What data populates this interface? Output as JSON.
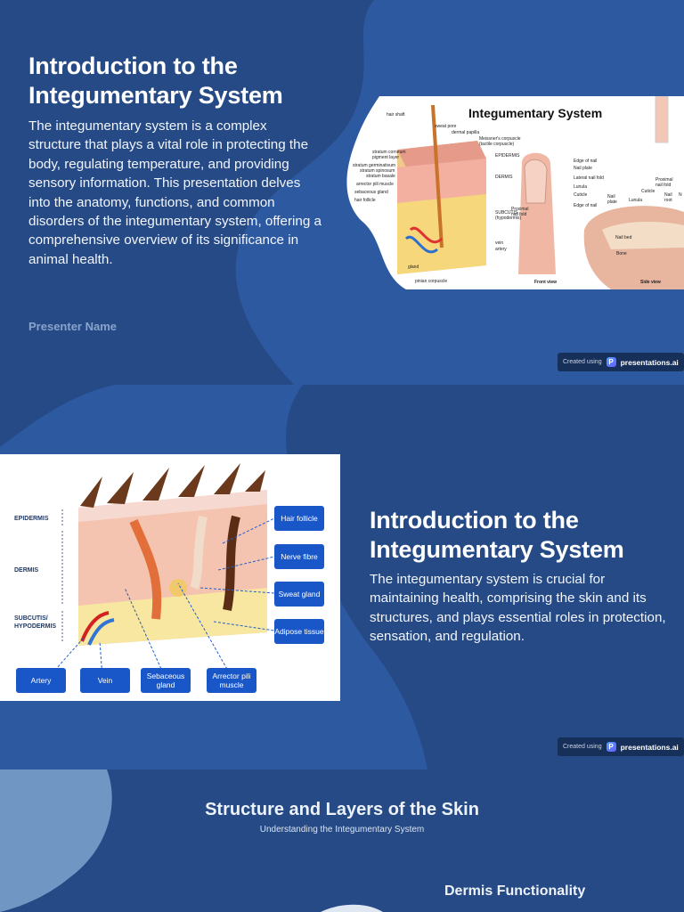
{
  "slide1": {
    "title": "Introduction to the Integumentary System",
    "body": "The integumentary system is a complex structure that plays a vital role in protecting the body, regulating temperature, and providing sensory information. This presentation delves into the anatomy, functions, and common disorders of the integumentary system, offering a comprehensive overview of its significance in animal health.",
    "presenter": "Presenter Name",
    "image": {
      "heading": "Integumentary System",
      "labels_left": [
        "hair shaft",
        "sweat pore",
        "dermal papilla",
        "Meissner's corpuscle (tactile corpuscle)",
        "stratum corneum",
        "pigment layer",
        "stratum germinativum",
        "stratum spinosum",
        "stratum basale",
        "arrector pili muscle",
        "sebaceous gland",
        "hair follicle",
        "gland",
        "pinian corpuscle"
      ],
      "labels_right": [
        "EPIDERMIS",
        "DERMIS",
        "SUBCUTIS (hypodermis)",
        "vein",
        "artery"
      ],
      "nail_labels": [
        "Edge of nail",
        "Nail plate",
        "Lateral nail fold",
        "Lunula",
        "Cuticle",
        "Proximal nail fold",
        "Edge of nail",
        "Nail plate",
        "Lunula",
        "Cuticle",
        "Nail root",
        "Nail matrix",
        "Proximal nail fold",
        "Nail bed",
        "Bone"
      ],
      "views": [
        "Front view",
        "Side view"
      ]
    }
  },
  "slide2": {
    "title": "Introduction to the Integumentary System",
    "body": "The integumentary system is crucial for maintaining health, comprising the skin and its structures, and plays essential roles in protection, sensation, and regulation.",
    "image": {
      "layers": [
        "EPIDERMIS",
        "DERMIS",
        "SUBCUTIS/ HYPODERMIS"
      ],
      "right_labels": [
        "Hair follicle",
        "Nerve fibre",
        "Sweat gland",
        "Adipose tissue"
      ],
      "bottom_labels": [
        "Artery",
        "Vein",
        "Sebaceous gland",
        "Arrector pili muscle"
      ]
    }
  },
  "badge": {
    "made": "Created using",
    "brand": "presentations.ai",
    "logo_letter": "P"
  },
  "slide3": {
    "heading": "Structure and Layers of the Skin",
    "subheading": "Understanding the Integumentary System",
    "section": "Dermis Functionality"
  },
  "colors": {
    "background": "#254a86",
    "accent": "#1957c9",
    "badge": "#17305a"
  }
}
